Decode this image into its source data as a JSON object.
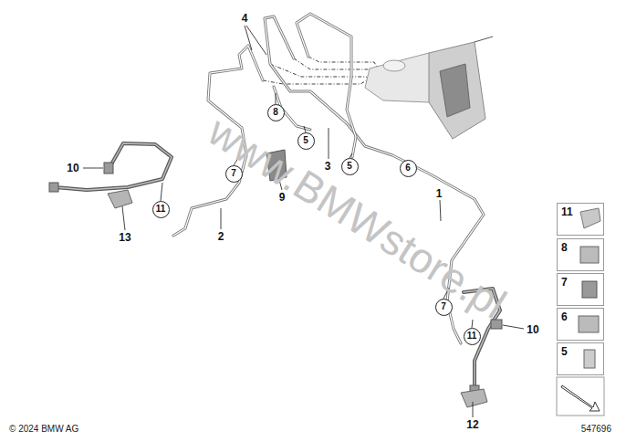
{
  "diagram": {
    "nodes": [
      {
        "text": [
          "8"
        ]
      },
      {
        "text": [
          "5"
        ]
      },
      {
        "text": [
          "5"
        ]
      },
      {
        "text": [
          "6"
        ]
      },
      {
        "text": [
          "7"
        ]
      },
      {
        "text": [
          "11"
        ]
      },
      {
        "text": [
          "7"
        ]
      },
      {
        "text": [
          "11"
        ]
      },
      {
        "text": [
          "11"
        ]
      },
      {
        "text": [
          "8"
        ]
      },
      {
        "text": [
          "7"
        ]
      },
      {
        "text": [
          "6"
        ]
      },
      {
        "text": [
          "5"
        ]
      }
    ],
    "labels": [
      "4",
      "3",
      "1",
      "2",
      "9",
      "10",
      "13",
      "10",
      "12",
      "www.BMWstore.pl",
      "© 2024 BMW AG",
      "547696"
    ]
  }
}
